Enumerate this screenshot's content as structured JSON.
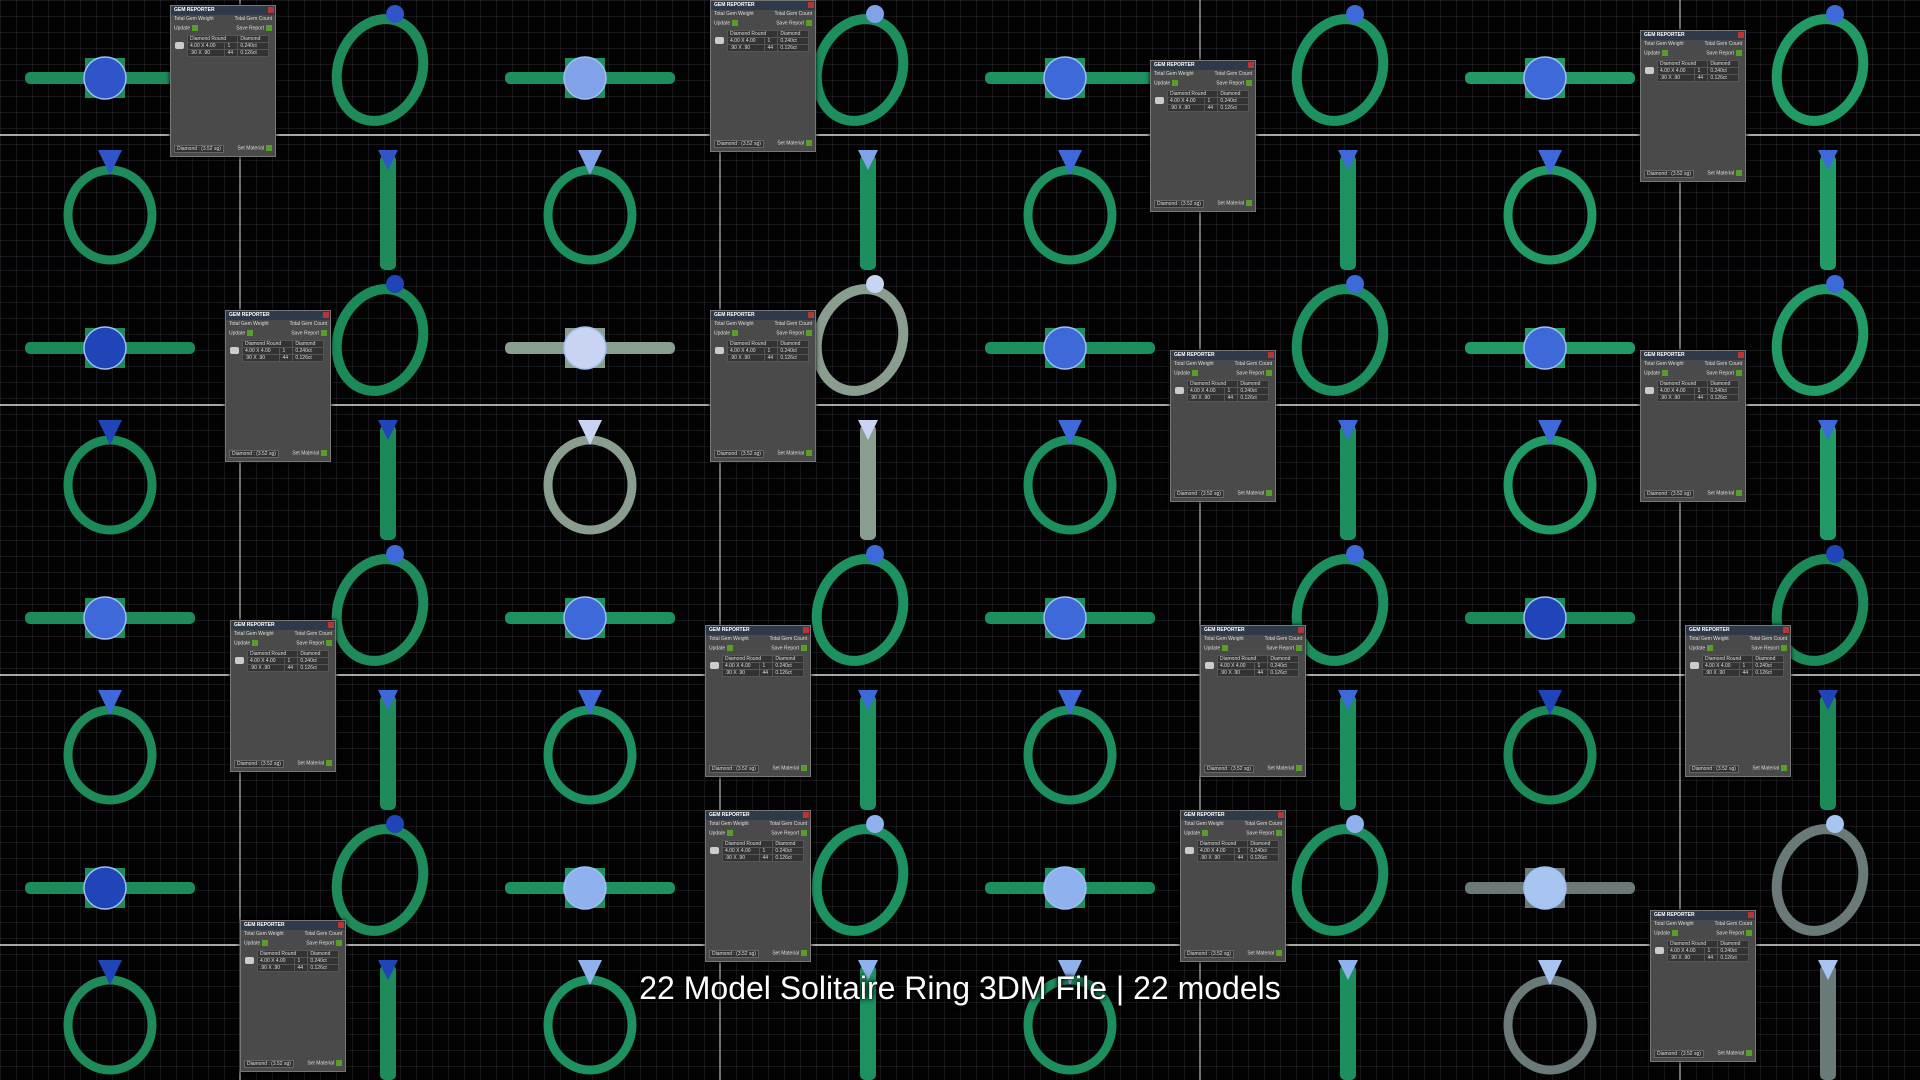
{
  "caption": "22 Model Solitaire Ring 3DM File | 22 models",
  "panel": {
    "title": "GEM REPORTER",
    "total_weight_label": "Total Gem Weight",
    "total_count_label": "Total Gem Count",
    "update_label": "Update",
    "save_label": "Save Report",
    "col_shape": "Diamond Round",
    "col_material": "Diamond",
    "rows": [
      {
        "size": "4.00 X 4.00",
        "count": "1",
        "weight": "0.240ct"
      },
      {
        "size": ".90 X .90",
        "count": "44",
        "weight": "0.126ct"
      }
    ],
    "material_select": "Diamond : (3.52 sg)",
    "set_material_label": "Set Material"
  },
  "colors": {
    "background": "#030303",
    "grid": "#3a3a44",
    "panel": "#4a4a4a"
  },
  "cells": [
    {
      "metal": "#1f8a5a",
      "stone": "#2f55c8"
    },
    {
      "metal": "#1d8f5e",
      "stone": "#7fa2e8"
    },
    {
      "metal": "#1e9160",
      "stone": "#3d6ad8"
    },
    {
      "metal": "#229a66",
      "stone": "#3d6ad8"
    },
    {
      "metal": "#1c8a58",
      "stone": "#1f45b8"
    },
    {
      "metal": "#8a9e90",
      "stone": "#c8d4f2"
    },
    {
      "metal": "#1d8f5e",
      "stone": "#3d6ad8"
    },
    {
      "metal": "#229a66",
      "stone": "#3d6ad8"
    },
    {
      "metal": "#1f8a5a",
      "stone": "#3d6ad8"
    },
    {
      "metal": "#1e9160",
      "stone": "#3d6ad8"
    },
    {
      "metal": "#1d8f5e",
      "stone": "#3d6ad8"
    },
    {
      "metal": "#1c8a58",
      "stone": "#1f45b8"
    },
    {
      "metal": "#1f8a5a",
      "stone": "#1f45b8"
    },
    {
      "metal": "#1e9160",
      "stone": "#8fb2ee"
    },
    {
      "metal": "#1d8f5e",
      "stone": "#8fb2ee"
    },
    {
      "metal": "#6a7a78",
      "stone": "#a8c4f0"
    }
  ]
}
